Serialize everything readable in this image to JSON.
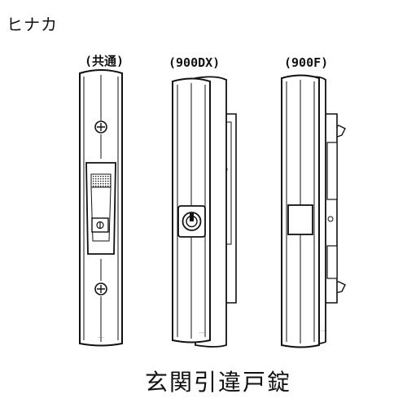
{
  "brand": "ヒナカ",
  "labels": {
    "common": "(共通)",
    "dx": "(900DX)",
    "f": "(900F)"
  },
  "caption": "玄関引違戸錠",
  "colors": {
    "ink": "#111111",
    "paper": "#ffffff",
    "shade": "#555555"
  }
}
